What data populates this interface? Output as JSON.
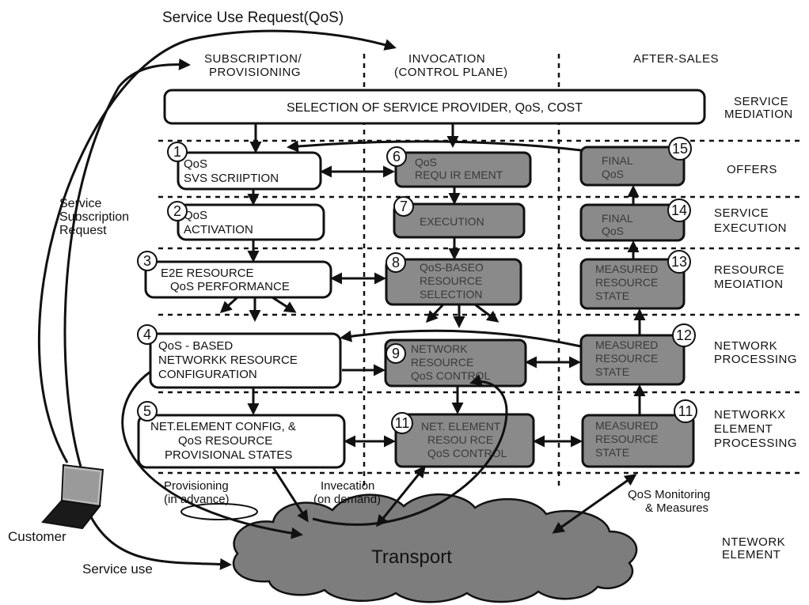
{
  "top_request": "Service Use Request(QoS)",
  "columns": {
    "subscription": [
      "SUBSCRIPTION/",
      "PROVISIONING"
    ],
    "invocation": [
      "INVOCATION",
      "(CONTROL PLANE)"
    ],
    "after_sales": "AFTER-SALES"
  },
  "mediation_bar": "SELECTION OF SERVICE PROVIDER, QoS, COST",
  "rows": {
    "service_mediation": [
      "SERVICE",
      "MEDIATION"
    ],
    "offers": "OFFERS",
    "service_execution": [
      "SERVICE",
      "EXECUTION"
    ],
    "resource_mediation": [
      "RESOURCE",
      "MEOIATION"
    ],
    "network_processing": [
      "NETWORK",
      "PROCESSING"
    ],
    "network_element_processing": [
      "NETWORKX",
      "ELEMENT",
      "PROCESSING"
    ],
    "network_element": [
      "NTEWORK",
      "ELEMENT"
    ]
  },
  "boxes": {
    "b1": {
      "num": "1",
      "lines": [
        "QoS",
        "SVS SCRIIPTION"
      ]
    },
    "b2": {
      "num": "2",
      "lines": [
        "QoS",
        "ACTIVATION"
      ]
    },
    "b3": {
      "num": "3",
      "lines": [
        "E2E RESOURCE",
        "QoS PERFORMANCE"
      ]
    },
    "b4": {
      "num": "4",
      "lines": [
        "QoS - BASED",
        "NETWORKK RESOURCE",
        "CONFIGURATION"
      ]
    },
    "b5": {
      "num": "5",
      "lines": [
        "NET.ELEMENT CONFIG, &",
        "QoS RESOURCE",
        "PROVISIONAL STATES"
      ]
    },
    "b6": {
      "num": "6",
      "lines": [
        "QoS",
        "REQU IR EMENT"
      ]
    },
    "b7": {
      "num": "7",
      "lines": [
        "EXECUTION"
      ]
    },
    "b8": {
      "num": "8",
      "lines": [
        "QoS-BASEO",
        "RESOURCE",
        "SELECTION"
      ]
    },
    "b9": {
      "num": "9",
      "lines": [
        "NETWORK",
        "RESOURCE",
        "QoS CONTROL"
      ]
    },
    "b11a": {
      "num": "11",
      "lines": [
        "NET. ELEMENT",
        "RESOU RCE",
        "QoS CONTROL"
      ]
    },
    "b15": {
      "num": "15",
      "lines": [
        "FINAL",
        "QoS"
      ]
    },
    "b14": {
      "num": "14",
      "lines": [
        "FINAL",
        "QoS"
      ]
    },
    "b13": {
      "num": "13",
      "lines": [
        "MEASURED",
        "RESOURCE",
        "STATE"
      ]
    },
    "b12": {
      "num": "12",
      "lines": [
        "MEASURED",
        "RESOURCE",
        "STATE"
      ]
    },
    "b11b": {
      "num": "11",
      "lines": [
        "MEASURED",
        "RESOURCE",
        "STATE"
      ]
    }
  },
  "side_labels": {
    "subscription_request": [
      "Service",
      "Subscription",
      "Request"
    ],
    "customer": "Customer",
    "service_use": "Service use",
    "provisioning": [
      "Provisioning",
      "(in advance)"
    ],
    "invocation": [
      "Invecation",
      "(on demand)"
    ],
    "monitoring": [
      "QoS Monitoring",
      "& Measures"
    ],
    "transport": "Transport"
  },
  "colors": {
    "gray_box": "#8a8a8a",
    "cloud": "#7d7d7d",
    "line": "#111111"
  }
}
